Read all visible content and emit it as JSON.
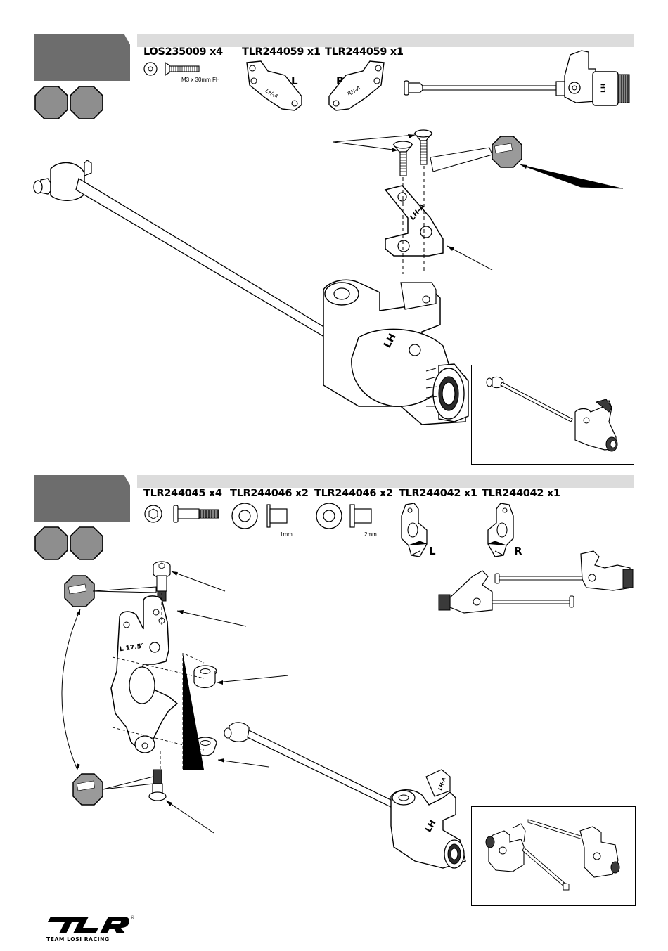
{
  "step1": {
    "parts": [
      {
        "label": "LOS235009 x4",
        "note": "M3 x 30mm FH"
      },
      {
        "label": "TLR244059 x1",
        "side": "L",
        "print": "LH-A"
      },
      {
        "label": "TLR244059 x1",
        "side": "R",
        "print": "RH-A"
      }
    ],
    "hub_print": "LH",
    "mount_print": "LH-A"
  },
  "step2": {
    "parts": [
      {
        "label": "TLR244045 x4"
      },
      {
        "label": "TLR244046 x2",
        "note": "1mm"
      },
      {
        "label": "TLR244046 x2",
        "note": "2mm"
      },
      {
        "label": "TLR244042 x1",
        "side": "L"
      },
      {
        "label": "TLR244042 x1",
        "side": "R"
      }
    ],
    "carrier_print": "L 17.5°",
    "hub_print": "LH",
    "mount_print": "LH-A"
  },
  "colors": {
    "step_tab": "#6d6d6d",
    "step_bar": "#dcdcdc",
    "hex_badge": "#8e8e8e",
    "threadlock_badge": "#9a9a9a"
  },
  "logo": {
    "mark": "TLR",
    "tagline": "TEAM LOSI RACING",
    "registered": "®"
  }
}
